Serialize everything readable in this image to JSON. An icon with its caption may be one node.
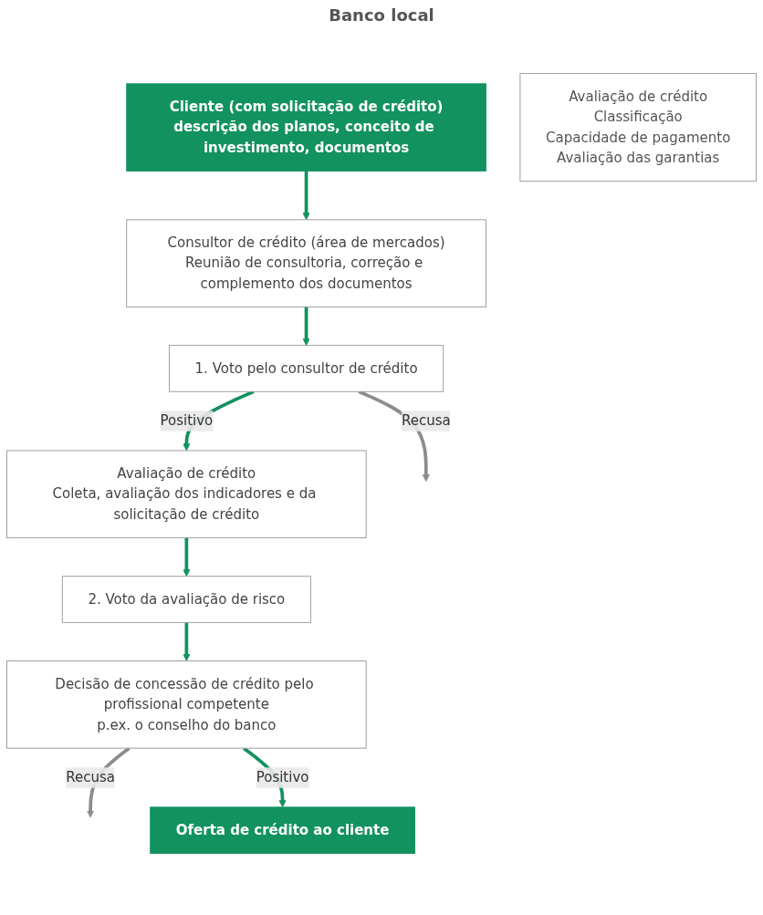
{
  "diagram": {
    "nodes": [
      {
        "text": [
          "Cliente (com solicitação de crédito)",
          "descrição dos planos, conceito de investimento, documentos"
        ]
      },
      {
        "text": [
          "Avaliação de crédito",
          "Classificação",
          "Capacidade de pagamento",
          "Avaliação das garantias"
        ]
      },
      {
        "text": [
          "Consultor de crédito (área de mercados)",
          "Reunião de consultoria, correção e complemento dos documentos"
        ]
      },
      {
        "text": [
          "1. Voto pelo consultor de crédito"
        ]
      },
      {
        "text": [
          "Avaliação de crédito",
          "Coleta, avaliação dos indicadores e da solicitação de crédito"
        ]
      },
      {
        "text": [
          "2. Voto da avaliação de risco"
        ]
      },
      {
        "text": [
          "Decisão de concessão de crédito pelo profissional competente",
          "p.ex. o conselho do banco"
        ]
      },
      {
        "text": [
          "Oferta de crédito ao cliente"
        ]
      }
    ],
    "edges": [
      {
        "from": 0,
        "to": 2,
        "arrow": "to"
      },
      {
        "from": 2,
        "to": 3,
        "arrow": "to"
      },
      {
        "from": 3,
        "to": null,
        "arrow": "to",
        "label": "Recusa",
        "color": "#8c8c8c"
      },
      {
        "from": 3,
        "to": 4,
        "arrow": "to",
        "label": "Positivo"
      },
      {
        "from": 4,
        "to": 5,
        "arrow": "to"
      },
      {
        "from": 5,
        "to": 6,
        "arrow": "to"
      },
      {
        "from": 6,
        "to": null,
        "arrow": "to",
        "label": "Recusa",
        "color": "#8c8c8c"
      },
      {
        "from": 6,
        "to": 7,
        "arrow": "to",
        "label": "Positivo"
      }
    ],
    "labels": [
      "Banco local"
    ]
  }
}
